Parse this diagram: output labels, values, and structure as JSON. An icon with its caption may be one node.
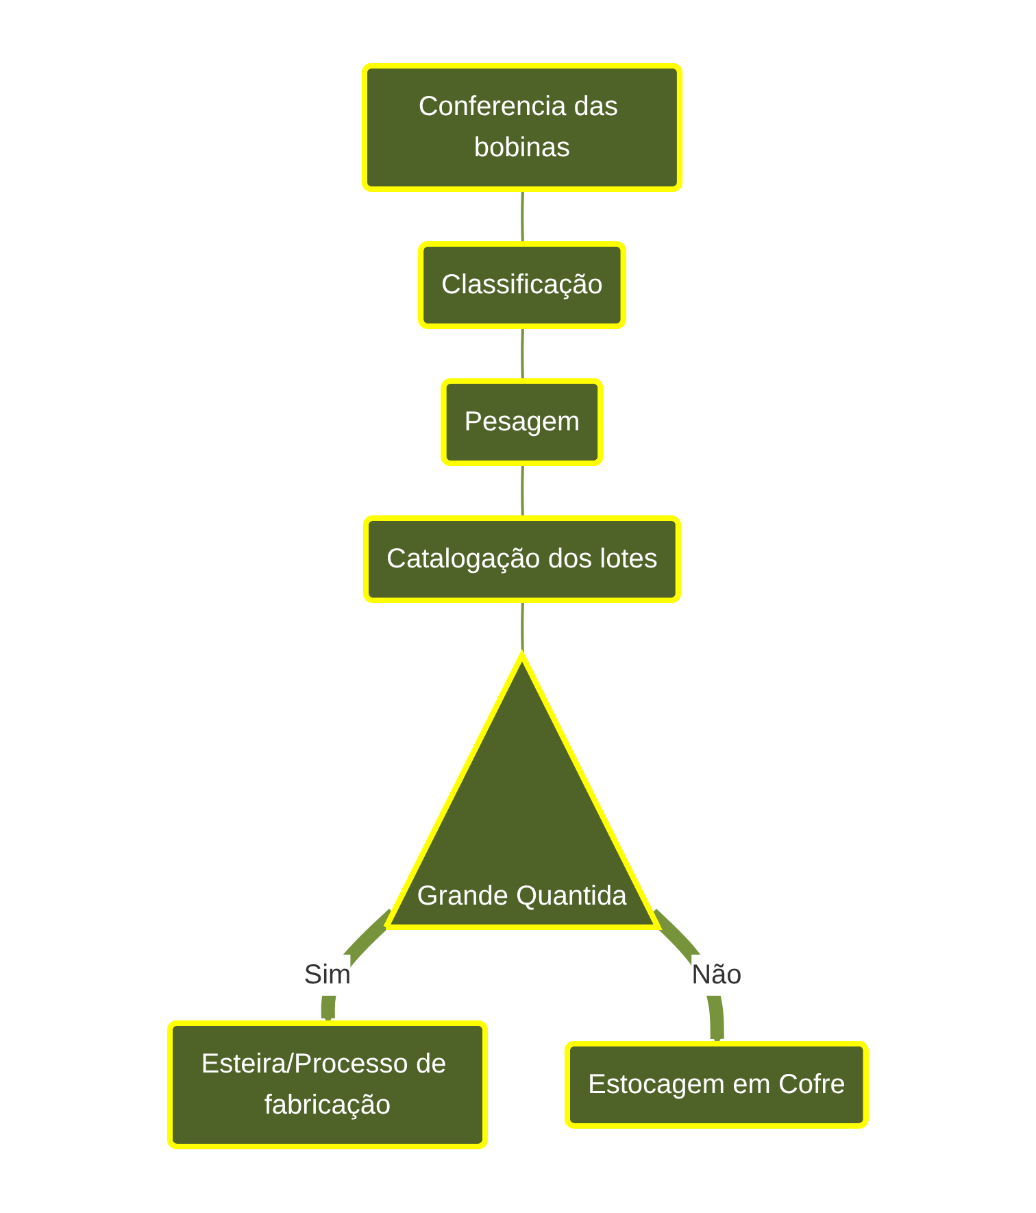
{
  "diagram": {
    "nodes": [
      {
        "text": [
          "Conferencia das bobinas"
        ]
      },
      {
        "text": [
          "Classificação"
        ]
      },
      {
        "text": [
          "Pesagem"
        ]
      },
      {
        "text": [
          "Catalogação dos lotes"
        ]
      },
      {
        "text": [
          "Grande Quantida"
        ]
      },
      {
        "text": [
          "Esteira/Processo de fabricação"
        ]
      },
      {
        "text": [
          "Estocagem em Cofre"
        ]
      }
    ],
    "edges": [
      {
        "from": 0,
        "to": 1,
        "arrow": "none"
      },
      {
        "from": 1,
        "to": 2,
        "arrow": "none"
      },
      {
        "from": 2,
        "to": 3,
        "arrow": "none"
      },
      {
        "from": 3,
        "to": 4,
        "arrow": "none"
      },
      {
        "from": 4,
        "to": 5,
        "arrow": "to",
        "label": "Sim",
        "style": "thick"
      },
      {
        "from": 4,
        "to": 6,
        "arrow": "to",
        "label": "Não",
        "style": "thick"
      }
    ]
  }
}
